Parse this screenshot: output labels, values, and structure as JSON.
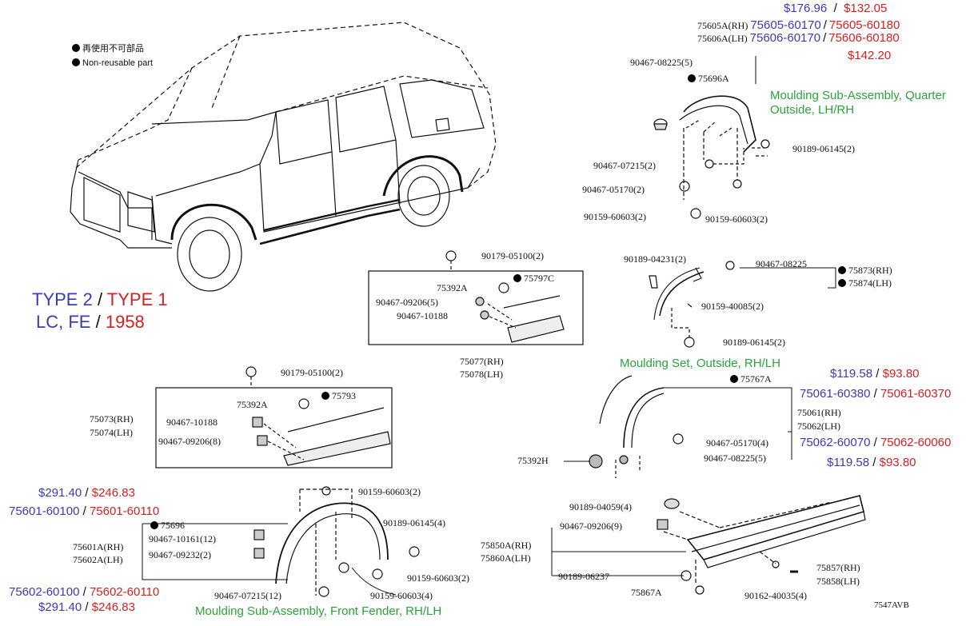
{
  "legend": {
    "jp": "再使用不可部品",
    "en": "Non-reusable part"
  },
  "type_label": {
    "type2": "TYPE 2",
    "sep": "/",
    "type1": "TYPE 1"
  },
  "model_label": {
    "lc_fe": "LC, FE",
    "sep": "/",
    "year": "1958"
  },
  "colors": {
    "blue": "#3b3bb3",
    "red": "#d42020",
    "green": "#2aa33a"
  },
  "quarter": {
    "price_top_blue": "$176.96",
    "price_top_red": "$132.05",
    "rh_code": "75605A(RH)",
    "rh_blue": "75605-60170",
    "rh_red": "75605-60180",
    "lh_code": "75606A(LH)",
    "lh_blue": "75606-60170",
    "lh_red": "75606-60180",
    "price_bottom_red": "$142.20",
    "part": "75696A",
    "name_line1": "Moulding Sub-Assembly, Quarter",
    "name_line2": "Outside, LH/RH",
    "p1": "90467-08225(5)",
    "p2": "90189-06145(2)",
    "p3": "90467-07215(2)",
    "p4": "90467-05170(2)",
    "p5": "90159-60603(2)",
    "p6": "90159-60603(2)"
  },
  "rear_small": {
    "p1": "90189-04231(2)",
    "p2": "90467-08225",
    "rh": "75873(RH)",
    "lh": "75874(LH)",
    "p3": "90159-40085(2)",
    "p4": "90189-06145(2)"
  },
  "door_upper": {
    "p1": "90179-05100(2)",
    "p2": "75392A",
    "p3": "75797C",
    "p4": "90467-09206(5)",
    "p5": "90467-10188",
    "rh": "75077(RH)",
    "lh": "75078(LH)"
  },
  "door_lower": {
    "p1": "90179-05100(2)",
    "p2": "75392A",
    "p3": "75793",
    "p4": "90467-10188",
    "p5": "90467-09206(8)",
    "rh": "75073(RH)",
    "lh": "75074(LH)"
  },
  "set": {
    "name": "Moulding Set, Outside, RH/LH",
    "part": "75767A",
    "price1_blue": "$119.58",
    "price1_red": "$93.80",
    "code1_blue": "75061-60380",
    "code1_red": "75061-60370",
    "rh": "75061(RH)",
    "lh": "75062(LH)",
    "code2_blue": "75062-60070",
    "code2_red": "75062-60060",
    "price2_blue": "$119.58",
    "price2_red": "$93.80",
    "p1": "75392H",
    "p2": "90467-05170(4)",
    "p3": "90467-08225(5)"
  },
  "front": {
    "price1_blue": "$291.40",
    "price1_red": "$246.83",
    "code1_blue": "75601-60100",
    "code1_red": "75601-60110",
    "part": "75696",
    "p1": "90467-10161(12)",
    "p2": "90467-09232(2)",
    "rh": "75601A(RH)",
    "lh": "75602A(LH)",
    "code2_blue": "75602-60100",
    "code2_red": "75602-60110",
    "price2_blue": "$291.40",
    "price2_red": "$246.83",
    "p3": "90159-60603(2)",
    "p4": "90189-06145(4)",
    "p5": "90159-60603(2)",
    "p6": "90159-60603(4)",
    "p7": "90467-07215(12)",
    "name": "Moulding Sub-Assembly, Front Fender, RH/LH"
  },
  "rocker": {
    "p1": "90189-04059(4)",
    "p2": "90467-09206(9)",
    "rh": "75850A(RH)",
    "lh": "75860A(LH)",
    "p3": "90189-06237",
    "p4": "75867A",
    "p5": "90162-40035(4)",
    "p6": "75857(RH)",
    "p7": "75858(LH)"
  },
  "figure_id": "7547AVB"
}
